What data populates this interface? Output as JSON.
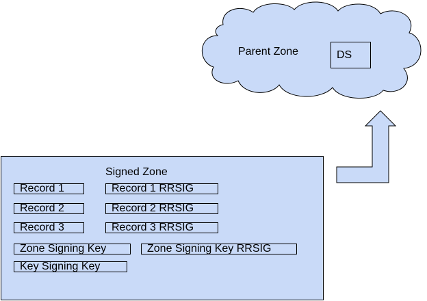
{
  "colors": {
    "fill": "#c9daf8",
    "stroke": "#000000"
  },
  "parent_zone": {
    "label": "Parent Zone",
    "ds_label": "DS"
  },
  "signed_zone": {
    "title": "Signed Zone",
    "records": [
      {
        "record": "Record 1",
        "rrsig": "Record 1 RRSIG"
      },
      {
        "record": "Record 2",
        "rrsig": "Record 2 RRSIG"
      },
      {
        "record": "Record 3",
        "rrsig": "Record 3 RRSIG"
      }
    ],
    "zsk": "Zone Signing Key",
    "zsk_rrsig": "Zone Signing Key RRSIG",
    "ksk": "Key Signing Key"
  }
}
